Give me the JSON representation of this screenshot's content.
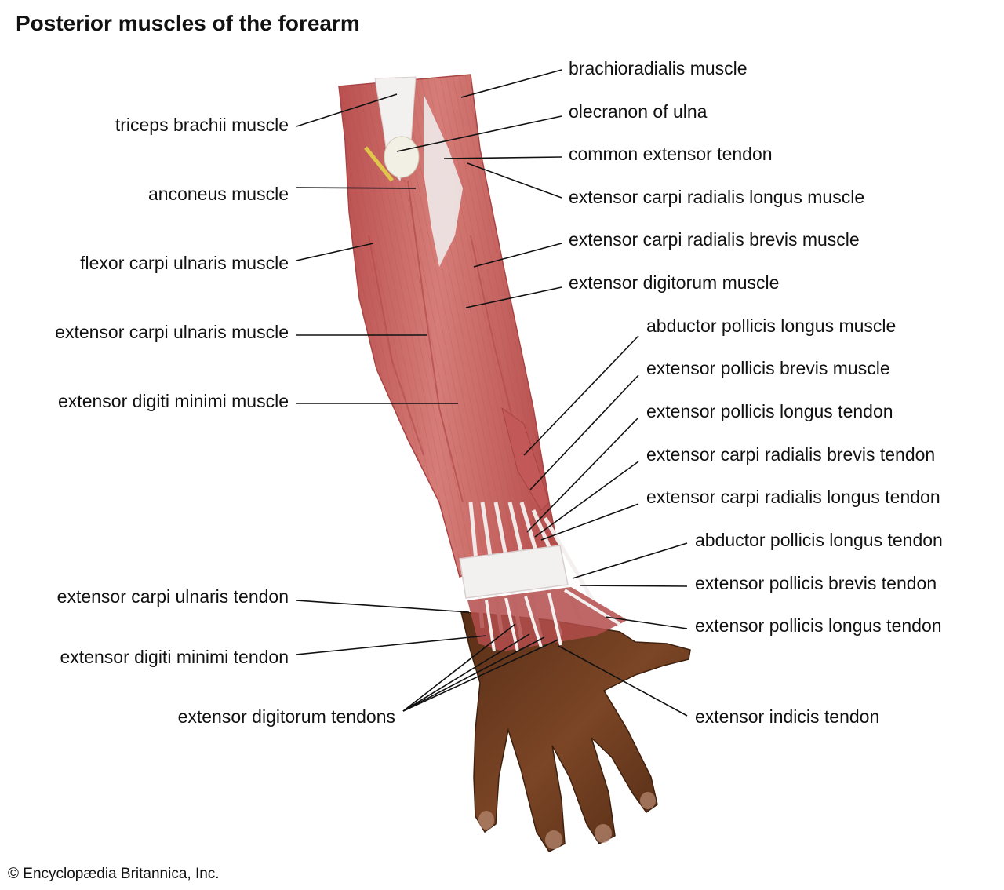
{
  "title": "Posterior muscles of the forearm",
  "credit": "© Encyclopædia Britannica, Inc.",
  "labels": {
    "triceps": "triceps brachii muscle",
    "anconeus": "anconeus muscle",
    "fcu": "flexor carpi ulnaris muscle",
    "ecu_muscle": "extensor carpi ulnaris muscle",
    "edm_muscle": "extensor digiti minimi muscle",
    "ecu_tendon": "extensor carpi ulnaris tendon",
    "edm_tendon": "extensor digiti minimi tendon",
    "ed_tendons": "extensor digitorum tendons",
    "brachioradialis": "brachioradialis muscle",
    "olecranon": "olecranon of ulna",
    "common_ext": "common extensor tendon",
    "ecrl_muscle": "extensor carpi radialis longus muscle",
    "ecrb_muscle": "extensor carpi radialis brevis muscle",
    "ed_muscle": "extensor digitorum muscle",
    "apl_muscle": "abductor pollicis longus muscle",
    "epb_muscle": "extensor pollicis brevis muscle",
    "epl_tendon_1": "extensor pollicis longus tendon",
    "ecrb_tendon": "extensor carpi radialis brevis tendon",
    "ecrl_tendon": "extensor carpi radialis longus tendon",
    "apl_tendon": "abductor pollicis longus tendon",
    "epb_tendon": "extensor pollicis brevis tendon",
    "epl_tendon_2": "extensor pollicis longus tendon",
    "ei_tendon": "extensor indicis tendon"
  },
  "colors": {
    "muscle": "#c8615f",
    "muscle_light": "#e09590",
    "tendon": "#f1eeee",
    "skin": "#6b3a1e",
    "skin_light": "#8a5230",
    "bone": "#f2efe4",
    "nerve": "#e0c64a",
    "leader": "#111111"
  }
}
